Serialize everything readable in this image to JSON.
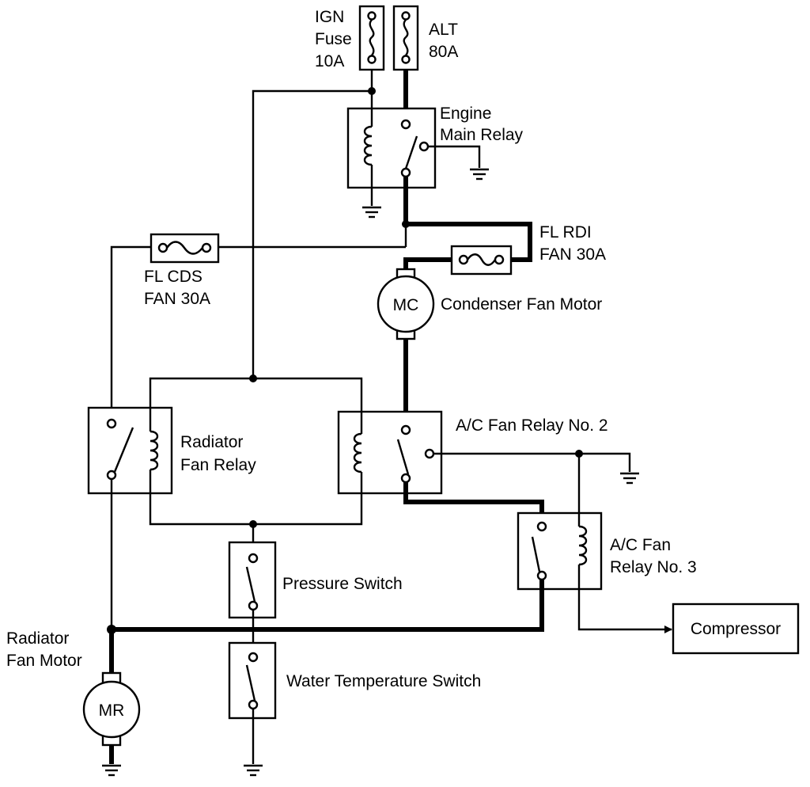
{
  "labels": {
    "ign_fuse": [
      "IGN",
      "Fuse",
      "10A"
    ],
    "alt_fuse": [
      "ALT",
      "80A"
    ],
    "engine_main_relay": [
      "Engine",
      "Main Relay"
    ],
    "fl_rdi_fan": [
      "FL RDI",
      "FAN 30A"
    ],
    "fl_cds_fan": [
      "FL CDS",
      "FAN 30A"
    ],
    "condenser_fan_motor": "Condenser Fan Motor",
    "radiator_fan_relay": [
      "Radiator",
      "Fan Relay"
    ],
    "ac_fan_relay_2": "A/C Fan Relay No. 2",
    "ac_fan_relay_3": [
      "A/C Fan",
      "Relay No. 3"
    ],
    "pressure_switch": "Pressure Switch",
    "radiator_fan_motor": [
      "Radiator",
      "Fan Motor"
    ],
    "compressor": "Compressor",
    "water_temperature_switch": "Water Temperature Switch",
    "mc_symbol": "MC",
    "mr_symbol": "MR"
  }
}
